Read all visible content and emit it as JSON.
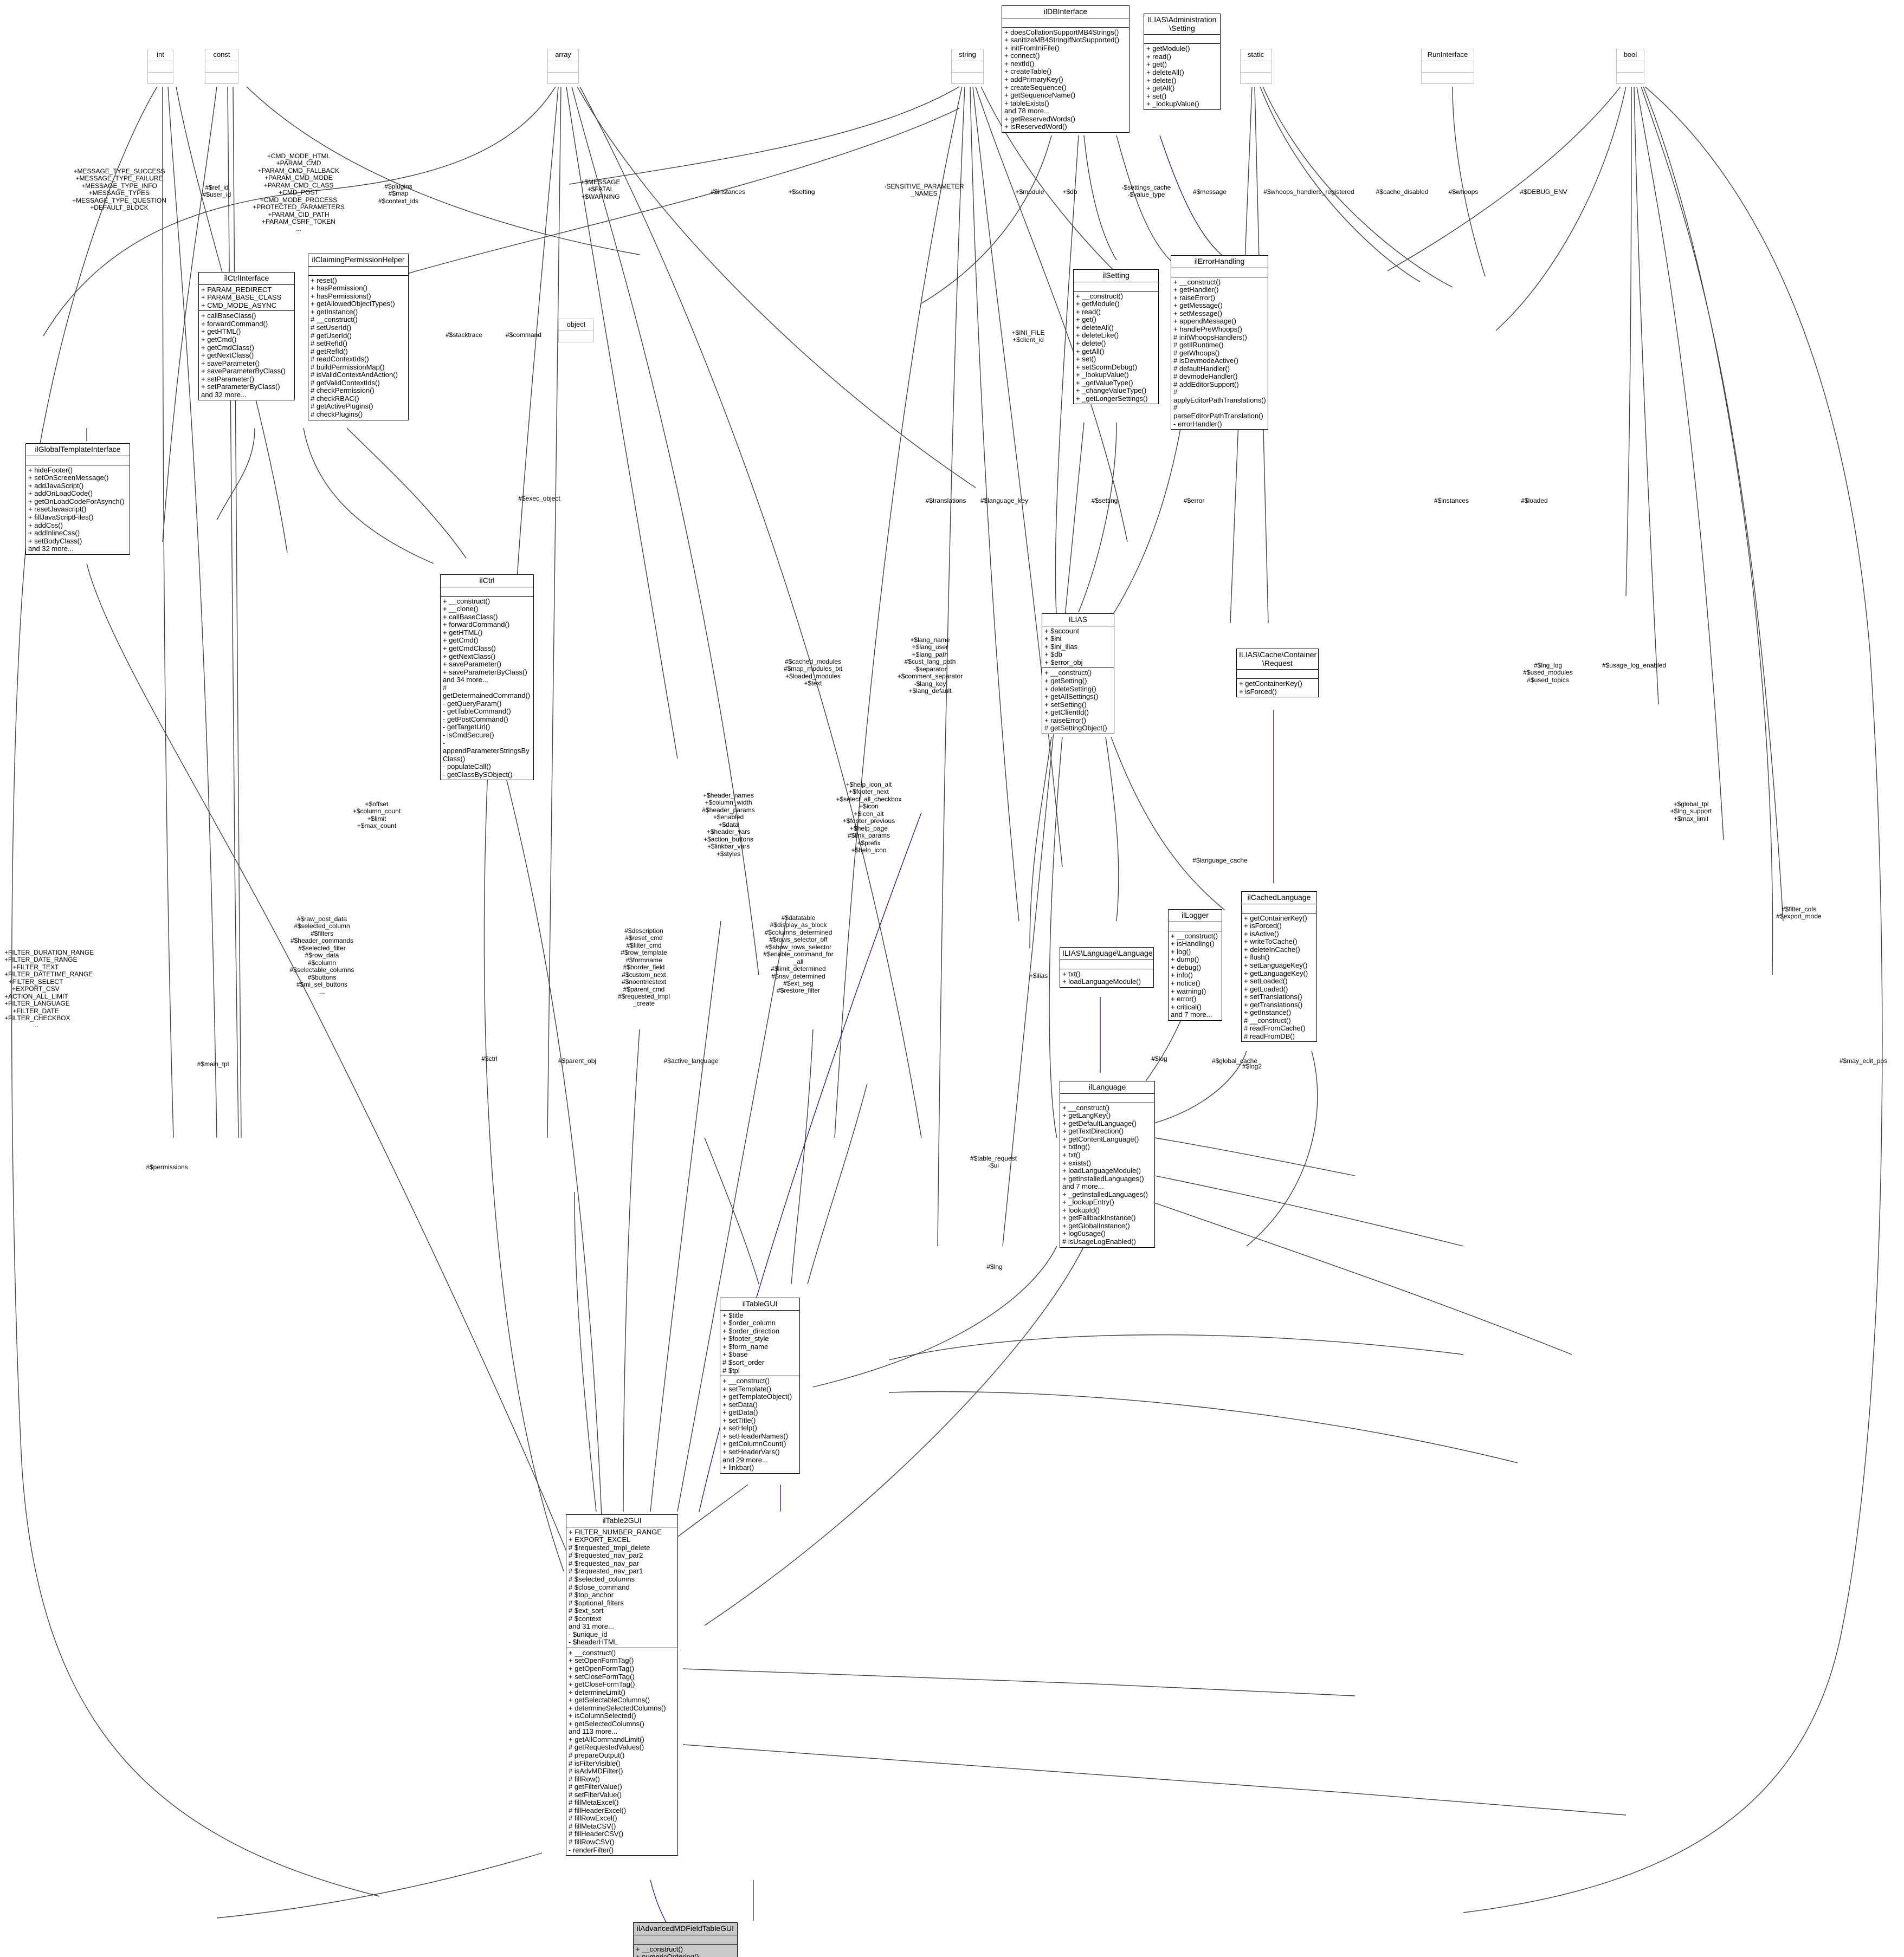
{
  "diagram": {
    "kind": "uml-class-diagram",
    "title": "ilAdvancedMDFieldTableGUI collaboration diagram",
    "colors": {
      "line": "#404040",
      "light_line": "#bdbdbd",
      "inherit": "#23238e",
      "highlight": "#c9c9c9"
    }
  },
  "classes": [
    {
      "id": "int",
      "name": "int",
      "attrs": "",
      "ops": ""
    },
    {
      "id": "const",
      "name": "const",
      "attrs": "",
      "ops": ""
    },
    {
      "id": "array",
      "name": "array",
      "attrs": "",
      "ops": ""
    },
    {
      "id": "string",
      "name": "string",
      "attrs": "",
      "ops": ""
    },
    {
      "id": "static",
      "name": "static",
      "attrs": "",
      "ops": ""
    },
    {
      "id": "runiface",
      "name": "RunInterface",
      "attrs": "",
      "ops": ""
    },
    {
      "id": "bool",
      "name": "bool",
      "attrs": "",
      "ops": ""
    },
    {
      "id": "object",
      "name": "object",
      "attrs": "",
      "ops": ""
    },
    {
      "id": "ildb",
      "name": "ilDBInterface",
      "attrs": "",
      "ops": "+ doesCollationSupportMB4Strings()\n+ sanitizeMB4StringIfNotSupported()\n+ initFromIniFile()\n+ connect()\n+ nextId()\n+ createTable()\n+ addPrimaryKey()\n+ createSequence()\n+ getSequenceName()\n+ tableExists()\nand 78 more...\n+ getReservedWords()\n+ isReservedWord()"
    },
    {
      "id": "adminsetting",
      "name": "ILIAS\\Administration\n\\Setting",
      "attrs": "",
      "ops": "+ getModule()\n+ read()\n+ get()\n+ deleteAll()\n+ delete()\n+ getAll()\n+ set()\n+ _lookupValue()"
    },
    {
      "id": "ilctrliface",
      "name": "ilCtrlInterface",
      "attrs": "+ PARAM_REDIRECT\n+ PARAM_BASE_CLASS\n+ CMD_MODE_ASYNC",
      "ops": "+ callBaseClass()\n+ forwardCommand()\n+ getHTML()\n+ getCmd()\n+ getCmdClass()\n+ getNextClass()\n+ saveParameter()\n+ saveParameterByClass()\n+ setParameter()\n+ setParameterByClass()\nand 32 more..."
    },
    {
      "id": "ilclaim",
      "name": "ilClaimingPermissionHelper",
      "attrs": "",
      "ops": "+ reset()\n+ hasPermission()\n+ hasPermissions()\n+ getAllowedObjectTypes()\n+ getInstance()\n# __construct()\n# setUserId()\n# getUserId()\n# setRefId()\n# getRefId()\n# readContextIds()\n# buildPermissionMap()\n# isValidContextAndAction()\n# getValidContextIds()\n# checkPermission()\n# checkRBAC()\n# getActivePlugins()\n# checkPlugins()"
    },
    {
      "id": "ilglobaltpl",
      "name": "ilGlobalTemplateInterface",
      "attrs": "",
      "ops": "+ hideFooter()\n+ setOnScreenMessage()\n+ addJavaScript()\n+ addOnLoadCode()\n+ getOnLoadCodeForAsynch()\n+ resetJavascript()\n+ fillJavaScriptFiles()\n+ addCss()\n+ addInlineCss()\n+ setBodyClass()\nand 32 more..."
    },
    {
      "id": "ilctrl",
      "name": "ilCtrl",
      "attrs": "",
      "ops": "+ __construct()\n+ __clone()\n+ callBaseClass()\n+ forwardCommand()\n+ getHTML()\n+ getCmd()\n+ getCmdClass()\n+ getNextClass()\n+ saveParameter()\n+ saveParameterByClass()\nand 34 more...\n# getDetermainedCommand()\n- getQueryParam()\n- getTableCommand()\n- getPostCommand()\n- getTargetUrl()\n- isCmdSecure()\n- appendParameterStringsBy\nClass()\n- populateCall()\n- getClassBySObject()"
    },
    {
      "id": "ilsetting",
      "name": "ilSetting",
      "attrs": "",
      "ops": "+ __construct()\n+ getModule()\n+ read()\n+ get()\n+ deleteAll()\n+ deleteLike()\n+ delete()\n+ getAll()\n+ set()\n+ setScormDebug()\n+ _lookupValue()\n+ _getValueType()\n+ _changeValueType()\n+ _getLongerSettings()"
    },
    {
      "id": "ilerror",
      "name": "ilErrorHandling",
      "attrs": "",
      "ops": "+ __construct()\n+ getHandler()\n+ raiseError()\n+ getMessage()\n+ setMessage()\n+ appendMessage()\n+ handlePreWhoops()\n# initWhoopsHandlers()\n# getIlRuntime()\n# getWhoops()\n# isDevmodeActive()\n# defaultHandler()\n# devmodeHandler()\n# addEditorSupport()\n# applyEditorPathTranslations()\n# parseEditorPathTranslation()\n- errorHandler()"
    },
    {
      "id": "ilias",
      "name": "ILIAS",
      "attrs": "+ $account\n+ $ini\n+ $ini_ilias\n+ $db\n+ $error_obj",
      "ops": "+ __construct()\n+ getSetting()\n+ deleteSetting()\n+ getAllSettings()\n+ setSetting()\n+ getClientId()\n+ raiseError()\n# getSettingObject()"
    },
    {
      "id": "cacherequest",
      "name": "ILIAS\\Cache\\Container\n\\Request",
      "attrs": "",
      "ops": "+ getContainerKey()\n+ isForced()"
    },
    {
      "id": "ilcachedlang",
      "name": "ilCachedLanguage",
      "attrs": "",
      "ops": "+ getContainerKey()\n+ isForced()\n+ isActive()\n+ writeToCache()\n+ deleteInCache()\n+ flush()\n+ setLanguageKey()\n+ getLanguageKey()\n+ setLoaded()\n+ getLoaded()\n+ setTranslations()\n+ getTranslations()\n+ getInstance()\n# __construct()\n# readFromCache()\n# readFromDB()"
    },
    {
      "id": "illogger",
      "name": "ilLogger",
      "attrs": "",
      "ops": "+ __construct()\n+ isHandling()\n+ log()\n+ dump()\n+ debug()\n+ info()\n+ notice()\n+ warning()\n+ error()\n+ critical()\nand 7 more..."
    },
    {
      "id": "langlang",
      "name": "ILIAS\\Language\\Language",
      "attrs": "",
      "ops": "+ txt()\n+ loadLanguageModule()"
    },
    {
      "id": "illanguage",
      "name": "ilLanguage",
      "attrs": "",
      "ops": "+ __construct()\n+ getLangKey()\n+ getDefaultLanguage()\n+ getTextDirection()\n+ getContentLanguage()\n+ txtlng()\n+ txt()\n+ exists()\n+ loadLanguageModule()\n+ getInstalledLanguages()\nand 7 more...\n+ _getInstalledLanguages()\n+ _lookupEntry()\n+ lookupId()\n+ getFallbackInstance()\n+ getGlobalInstance()\n+ log0usage()\n# isUsageLogEnabled()"
    },
    {
      "id": "iltablegui",
      "name": "ilTableGUI",
      "attrs": "+ $title\n+ $order_column\n+ $order_direction\n+ $footer_style\n+ $form_name\n+ $base\n# $sort_order\n# $tpl",
      "ops": "+ __construct()\n+ setTemplate()\n+ getTemplateObject()\n+ setData()\n+ getData()\n+ setTitle()\n+ setHelp()\n+ setHeaderNames()\n+ getColumnCount()\n+ setHeaderVars()\nand 29 more...\n+ linkbar()"
    },
    {
      "id": "iltable2gui",
      "name": "ilTable2GUI",
      "attrs": "+ FILTER_NUMBER_RANGE\n+ EXPORT_EXCEL\n# $requested_tmpl_delete\n# $requested_nav_par2\n# $requested_nav_par\n# $requested_nav_par1\n# $selected_columns\n# $close_command\n# $top_anchor\n# $optional_filters\n# $ext_sort\n# $context\nand 31 more...\n- $unique_id\n- $headerHTML",
      "ops": "+ __construct()\n+ setOpenFormTag()\n+ getOpenFormTag()\n+ setCloseFormTag()\n+ getCloseFormTag()\n+ determineLimit()\n+ getSelectableColumns()\n+ determineSelectedColumns()\n+ isColumnSelected()\n+ getSelectedColumns()\nand 113 more...\n+ getAllCommandLimit()\n# getRequestedValues()\n# prepareOutput()\n# isFilterVisible()\n# isAdvMDFilter()\n# fillRow()\n# getFilterValue()\n# setFilterValue()\n# fillMetaExcel()\n# fillHeaderExcel()\n# fillRowExcel()\n# fillMetaCSV()\n# fillHeaderCSV()\n# fillRowCSV()\n- renderFilter()"
    },
    {
      "id": "iladvmd",
      "name": "ilAdvancedMDFieldTableGUI",
      "attrs": "",
      "ops": "+ __construct()\n+ numericOrdering()\n+ parseDefinitions()\n# fillRow()"
    }
  ],
  "edge_labels": [
    {
      "id": "l-msgtypes",
      "text": "+MESSAGE_TYPE_SUCCESS\n+MESSAGE_TYPE_FAILURE\n+MESSAGE_TYPE_INFO\n+MESSAGE_TYPES\n+MESSAGE_TYPE_QUESTION\n+DEFAULT_BLOCK"
    },
    {
      "id": "l-refid",
      "text": "#$ref_id\n#$user_id"
    },
    {
      "id": "l-cmdconsts",
      "text": "+CMD_MODE_HTML\n+PARAM_CMD\n+PARAM_CMD_FALLBACK\n+PARAM_CMD_MODE\n+PARAM_CMD_CLASS\n+CMD_POST\n+CMD_MODE_PROCESS\n+PROTECTED_PARAMETERS\n+PARAM_CID_PATH\n+PARAM_CSRF_TOKEN\n..."
    },
    {
      "id": "l-plugins",
      "text": "#$plugins\n#$map\n#$context_ids"
    },
    {
      "id": "l-msgfatal",
      "text": "+$MESSAGE\n+$FATAL\n+$WARNING"
    },
    {
      "id": "l-instances",
      "text": "#$instances"
    },
    {
      "id": "l-setting1",
      "text": "+$setting"
    },
    {
      "id": "l-sensitive",
      "text": "-SENSITIVE_PARAMETER\n_NAMES"
    },
    {
      "id": "l-module",
      "text": "+$module"
    },
    {
      "id": "l-db",
      "text": "+$db"
    },
    {
      "id": "l-settingscache",
      "text": "-$settings_cache\n-$value_type"
    },
    {
      "id": "l-message",
      "text": "#$message"
    },
    {
      "id": "l-whoops-handlers",
      "text": "#$whoops_handlers_registered"
    },
    {
      "id": "l-cachedisabled",
      "text": "#$cache_disabled"
    },
    {
      "id": "l-whoops",
      "text": "#$whoops"
    },
    {
      "id": "l-debugenv",
      "text": "#$DEBUG_ENV"
    },
    {
      "id": "l-inifile",
      "text": "+$INI_FILE\n+$client_id"
    },
    {
      "id": "l-stacktrace",
      "text": "#$stacktrace"
    },
    {
      "id": "l-command",
      "text": "#$command"
    },
    {
      "id": "l-execobject",
      "text": "#$exec_object"
    },
    {
      "id": "l-translations",
      "text": "#$translations"
    },
    {
      "id": "l-langkey",
      "text": "#$language_key"
    },
    {
      "id": "l-setting2",
      "text": "#$setting"
    },
    {
      "id": "l-error",
      "text": "#$error"
    },
    {
      "id": "l-instances2",
      "text": "#$instances"
    },
    {
      "id": "l-loaded",
      "text": "#$loaded"
    },
    {
      "id": "l-cachedmodules",
      "text": "#$cached_modules\n#$map_modules_txt\n+$loaded_modules\n+$text"
    },
    {
      "id": "l-langname",
      "text": "+$lang_name\n+$lang_user\n+$lang_path\n#$cust_lang_path\n-$separator\n+$comment_separator\n-$lang_key\n+$lang_default"
    },
    {
      "id": "l-lnglog",
      "text": "#$lng_log\n#$used_modules\n#$used_topics"
    },
    {
      "id": "l-usagelog",
      "text": "#$usage_log_enabled"
    },
    {
      "id": "l-langcache",
      "text": "#$language_cache"
    },
    {
      "id": "l-offset",
      "text": "+$offset\n+$column_count\n+$limit\n+$max_count"
    },
    {
      "id": "l-headernames",
      "text": "+$header_names\n+$column_width\n#$header_params\n+$enabled\n+$data\n+$header_vars\n+$action_buttons\n+$linkbar_vars\n+$styles"
    },
    {
      "id": "l-helpicon",
      "text": "+$help_icon_alt\n+$footer_next\n+$select_all_checkbox\n+$icon\n+$icon_alt\n+$footer_previous\n+$help_page\n#$link_params\n+$prefix\n+$help_icon"
    },
    {
      "id": "l-globaltpl",
      "text": "+$global_tpl\n+$lng_support\n+$max_limit"
    },
    {
      "id": "l-filtercols",
      "text": "#$filter_cols\n#$export_mode"
    },
    {
      "id": "l-filterduration",
      "text": "+FILTER_DURATION_RANGE\n+FILTER_DATE_RANGE\n+FILTER_TEXT\n+FILTER_DATETIME_RANGE\n+FILTER_SELECT\n+EXPORT_CSV\n+ACTION_ALL_LIMIT\n+FILTER_LANGUAGE\n+FILTER_DATE\n+FILTER_CHECKBOX\n..."
    },
    {
      "id": "l-rawpost",
      "text": "#$raw_post_data\n#$selected_column\n#$filters\n#$header_commands\n#$selected_filter\n#$row_data\n#$column\n#$selectable_columns\n#$buttons\n#$mi_sel_buttons\n..."
    },
    {
      "id": "l-description",
      "text": "#$description\n#$reset_cmd\n#$filter_cmd\n#$row_template\n#$formname\n#$border_field\n#$custom_next\n#$noentriestext\n#$parent_cmd\n#$requested_tmpl\n_create"
    },
    {
      "id": "l-datatable",
      "text": "#$datatable\n#$display_as_block\n#$columns_determined\n#$rows_selector_off\n#$show_rows_selector\n#$enable_command_for\n_all\n#$limit_determined\n#$nav_determined\n#$ext_seg\n#$restore_filter"
    },
    {
      "id": "l-maineditpos",
      "text": "#$may_edit_pos"
    },
    {
      "id": "l-maintpl",
      "text": "#$main_tpl"
    },
    {
      "id": "l-permissions",
      "text": "#$permissions"
    },
    {
      "id": "l-ctrl",
      "text": "#$ctrl"
    },
    {
      "id": "l-parentobj",
      "text": "#$parent_obj"
    },
    {
      "id": "l-activelang",
      "text": "#$active_language"
    },
    {
      "id": "l-tablerequest",
      "text": "#$table_request\n-$ui"
    },
    {
      "id": "l-log",
      "text": "#$log"
    },
    {
      "id": "l-globalcache",
      "text": "#$global_cache"
    },
    {
      "id": "l-lng",
      "text": "#$lng"
    },
    {
      "id": "l-plog",
      "text": "#$log2"
    },
    {
      "id": "l-ilias",
      "text": "+$ilias"
    }
  ]
}
